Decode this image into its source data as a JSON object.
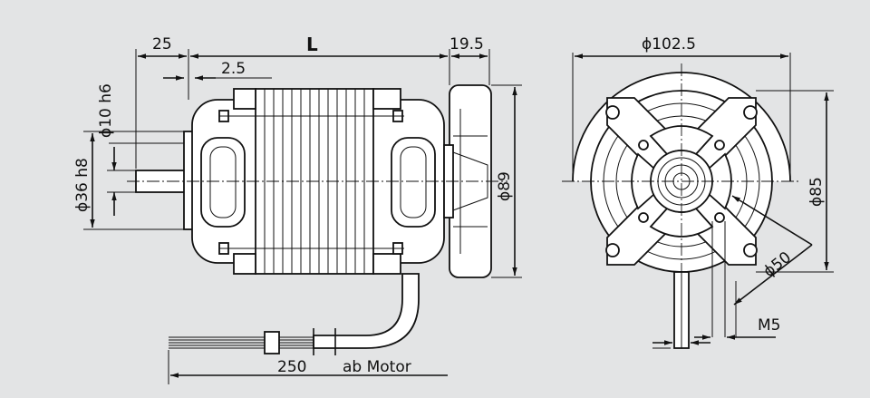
{
  "dimensions": {
    "shaft_length": "25",
    "length": "L",
    "fan_width": "19.5",
    "step": "2.5",
    "shaft_diameter": "ϕ10 h6",
    "hub_diameter": "ϕ36 h8",
    "fan_diameter": "ϕ89",
    "front_diameter": "ϕ102.5",
    "hole_pitch": "ϕ85",
    "inner_diameter": "ϕ50",
    "thread": "M5",
    "cable_length": "250",
    "cable_note": "ab Motor"
  },
  "colors": {
    "background": "#e3e4e5",
    "line": "#111111",
    "fill": "#ffffff"
  }
}
